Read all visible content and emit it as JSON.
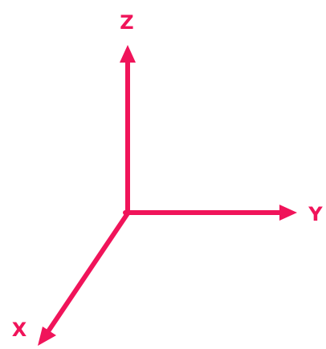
{
  "diagram": {
    "axes": [
      {
        "id": "z",
        "label": "Z"
      },
      {
        "id": "y",
        "label": "Y"
      },
      {
        "id": "x",
        "label": "X"
      }
    ],
    "colors": {
      "axis": "#F0145A",
      "background": "#FFFFFF"
    }
  }
}
